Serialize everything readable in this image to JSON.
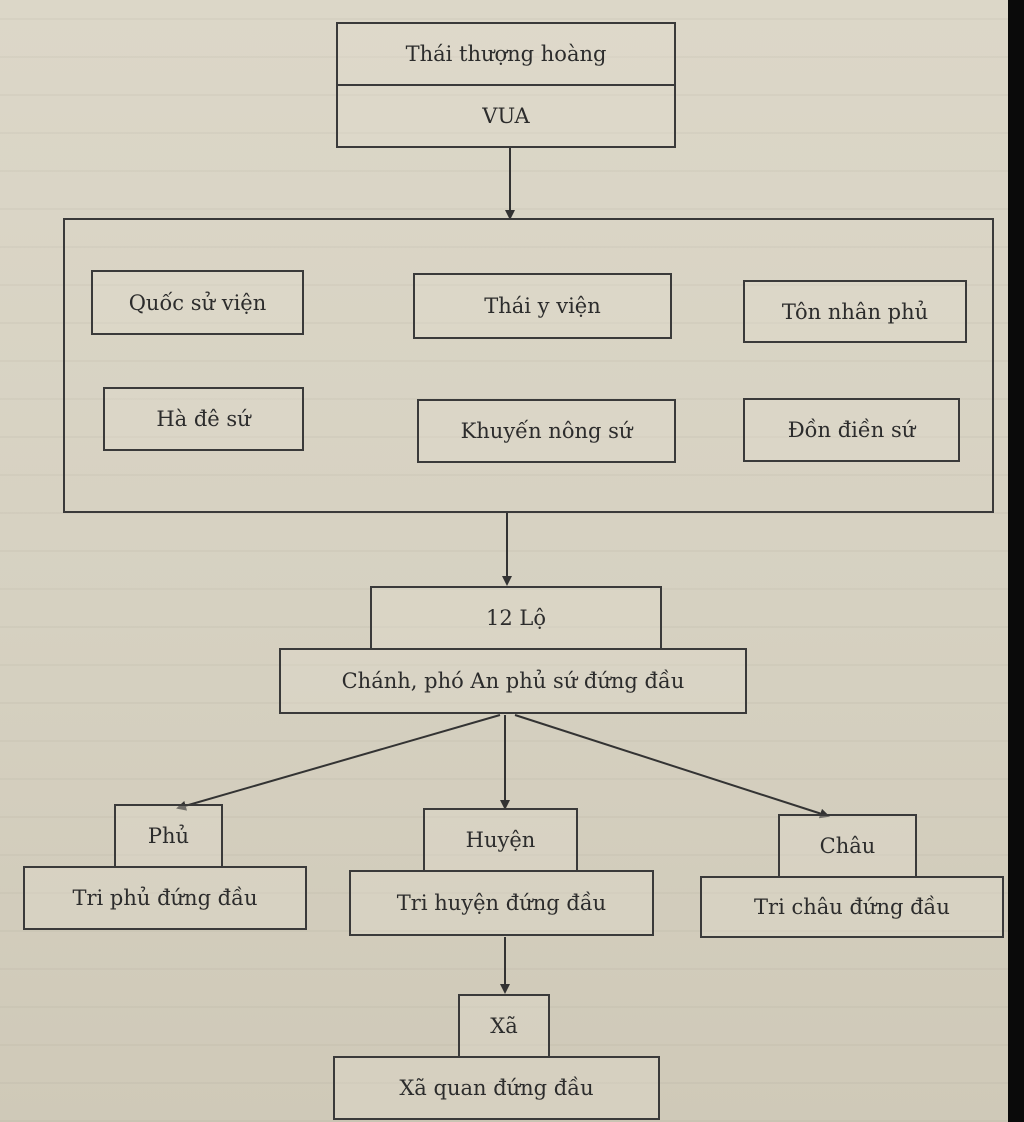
{
  "top": {
    "upper_label": "Thái thượng hoàng",
    "lower_label": "VUA"
  },
  "central_agencies": [
    "Quốc sử viện",
    "Thái y viện",
    "Tôn nhân phủ",
    "Hà đê sứ",
    "Khuyến nông sứ",
    "Đồn điền sứ"
  ],
  "lo": {
    "name": "12 Lộ",
    "head": "Chánh, phó An phủ sứ đứng đầu"
  },
  "divisions": [
    {
      "name": "Phủ",
      "head": "Tri phủ đứng đầu"
    },
    {
      "name": "Huyện",
      "head": "Tri huyện đứng đầu"
    },
    {
      "name": "Châu",
      "head": "Tri châu đứng đầu"
    }
  ],
  "commune": {
    "name": "Xã",
    "head": "Xã quan đứng đầu"
  }
}
